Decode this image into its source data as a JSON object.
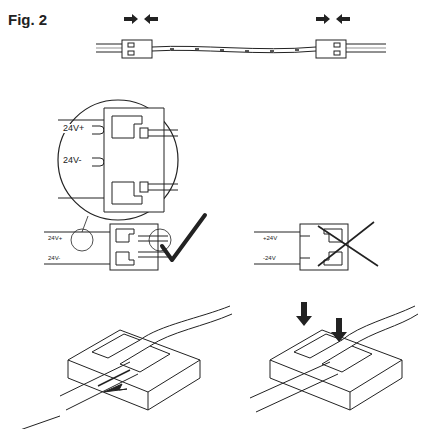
{
  "diagram": {
    "title": "Fig. 2",
    "labels": [
      "24V+",
      "24V-",
      "24V+",
      "24V-",
      "+24V",
      "-24V"
    ]
  }
}
